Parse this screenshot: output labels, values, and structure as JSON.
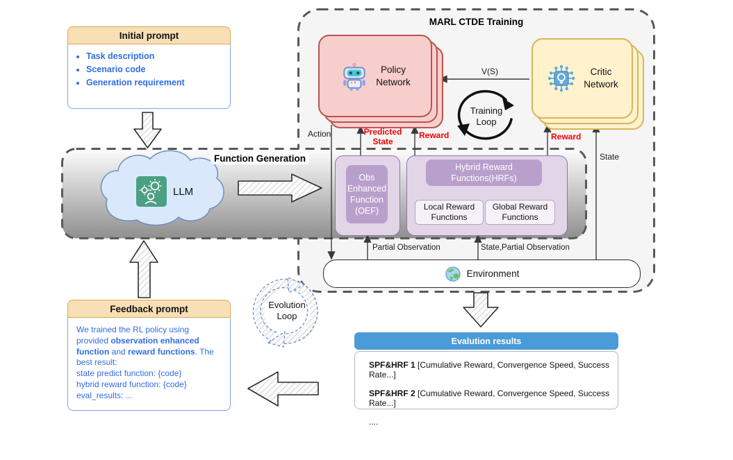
{
  "colors": {
    "prompt_header_fill": "#f8dfb5",
    "prompt_header_border": "#d4a959",
    "prompt_body_border": "#7ea6e0",
    "prompt_text_blue": "#2f6de1",
    "marl_fill": "#f5f5f5",
    "dashed_border": "#595959",
    "policy_fill": "#f8cecc",
    "policy_border": "#b85450",
    "critic_fill": "#fff2cc",
    "critic_border": "#d6b656",
    "purple_outer": "#e1d5e7",
    "purple_border": "#9673a6",
    "purple_inner": "#b9a0cc",
    "cloud_fill": "#dae8fc",
    "cloud_border": "#6c8ebf",
    "llm_icon_green": "#4ba083",
    "eval_header_blue": "#4a9bd8",
    "red_label": "#f50000"
  },
  "initial_prompt": {
    "title": "Initial prompt",
    "bullets": [
      "Task description",
      "Scenario code",
      "Generation requirement"
    ]
  },
  "function_generation": {
    "title": "Function Generation",
    "llm_label": "LLM"
  },
  "marl_training": {
    "title": "MARL CTDE Training",
    "policy_network": "Policy\nNetwork",
    "critic_network": "Critic\nNetwork",
    "v_of_s": "V(S)",
    "training_loop": "Training\nLoop",
    "oef": "Obs\nEnhanced\nFunction\n(OEF)",
    "hrf_title": "Hybrid Reward\nFunctions(HRFs)",
    "local_rf": "Local Reward\nFunctions",
    "global_rf": "Global Reward\nFunctions",
    "environment": "Environment",
    "labels": {
      "action": "Action",
      "predicted_state": "Predicted\nState",
      "reward_to_policy": "Reward",
      "reward_to_critic": "Reward",
      "state": "State",
      "partial_observation": "Partial Observation",
      "state_partial_observation": "State,Partial Observation"
    }
  },
  "evolution_loop": "Evolution\nLoop",
  "evaluation_results": {
    "title": "Evalution results",
    "rows": [
      {
        "name": "SPF&HRF 1",
        "metrics": "[Cumulative Reward,  Convergence Speed, Success Rate...]"
      },
      {
        "name": "SPF&HRF 2",
        "metrics": "[Cumulative Reward,  Convergence Speed, Success Rate...]"
      }
    ],
    "more": "...."
  },
  "feedback_prompt": {
    "title": "Feedback prompt",
    "p1_a": "We trained the RL policy using provided ",
    "p1_b": "observation enhanced function",
    "p1_c": " and ",
    "p1_d": "reward functions",
    "p1_e": ". The best result:",
    "line2": "state predict function: {code}",
    "line3": "hybrid reward function: {code}",
    "line4": "eval_results: ..."
  }
}
